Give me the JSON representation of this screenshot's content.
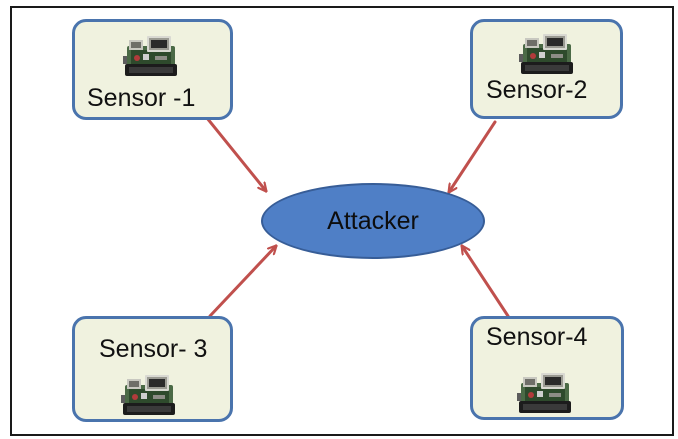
{
  "nodes": {
    "attacker": {
      "label": "Attacker"
    },
    "sensors": [
      {
        "id": "sensor-1",
        "label": "Sensor -1"
      },
      {
        "id": "sensor-2",
        "label": "Sensor-2"
      },
      {
        "id": "sensor-3",
        "label": "Sensor- 3"
      },
      {
        "id": "sensor-4",
        "label": "Sensor-4"
      }
    ]
  },
  "edges": [
    {
      "from": "sensor-1",
      "to": "attacker"
    },
    {
      "from": "sensor-2",
      "to": "attacker"
    },
    {
      "from": "sensor-3",
      "to": "attacker"
    },
    {
      "from": "sensor-4",
      "to": "attacker"
    }
  ],
  "colors": {
    "sensor_fill": "#f0f2df",
    "sensor_border": "#4a74ad",
    "attacker_fill": "#4f7fc6",
    "arrow": "#c0504d"
  },
  "icons": {
    "sensor": "sensor-board-icon"
  }
}
